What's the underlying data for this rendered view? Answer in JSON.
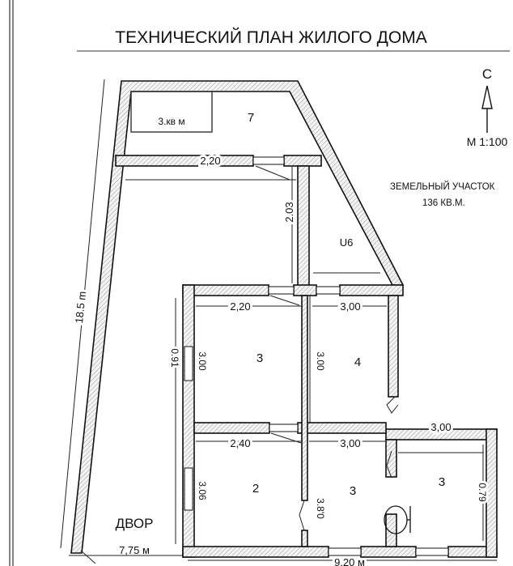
{
  "title": "ТЕХНИЧЕСКИЙ ПЛАН ЖИЛОГО ДОМА",
  "north": {
    "label": "С",
    "icon": "north-arrow-icon"
  },
  "scale": "М 1:100",
  "plot": {
    "label": "ЗЕМЕЛЬНЫЙ УЧАСТОК",
    "area": "136 КВ.М."
  },
  "yard_label": "ДВОР",
  "rooms": {
    "storage_area": "3.кв м",
    "room_7": "7",
    "room_6": "U6",
    "room_3_top": "3",
    "room_4": "4",
    "room_2": "2",
    "room_3_mid": "3",
    "room_3_right": "3"
  },
  "dimensions": {
    "corridor_width": "2,20",
    "corridor_length": "2.03",
    "room3_width": "2,20",
    "room4_width": "3,00",
    "room3_height": "3.00",
    "room4_height": "3.00",
    "block_height": "0.91",
    "room2_width": "2,40",
    "room3mid_width": "3,00",
    "room3right_width": "3,00",
    "room2_height": "3.06",
    "room3mid_height": "3.8'0",
    "room3right_height": "0.79",
    "site_length": "18.5 m",
    "yard_width": "7,75 м",
    "house_width": "9,20 м"
  }
}
